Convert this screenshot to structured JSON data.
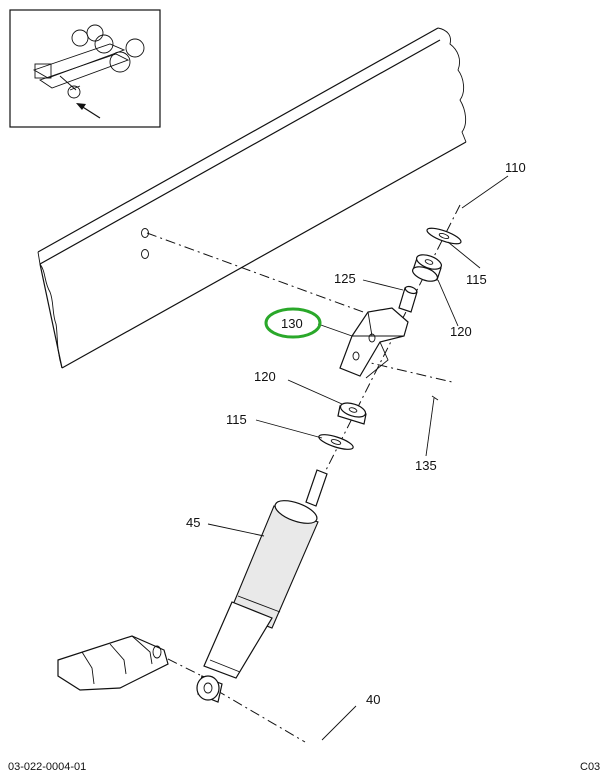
{
  "callouts": [
    {
      "id": "c110",
      "label": "110"
    },
    {
      "id": "c115a",
      "label": "115"
    },
    {
      "id": "c125",
      "label": "125"
    },
    {
      "id": "c130",
      "label": "130"
    },
    {
      "id": "c120a",
      "label": "120"
    },
    {
      "id": "c120b",
      "label": "120"
    },
    {
      "id": "c115b",
      "label": "115"
    },
    {
      "id": "c135",
      "label": "135"
    },
    {
      "id": "c45",
      "label": "45"
    },
    {
      "id": "c40",
      "label": "40"
    }
  ],
  "footer": {
    "drawing_number": "03-022-0004-01",
    "sheet_code": "C03"
  },
  "colors": {
    "highlight": "#2aa82a",
    "ink": "#111111"
  }
}
